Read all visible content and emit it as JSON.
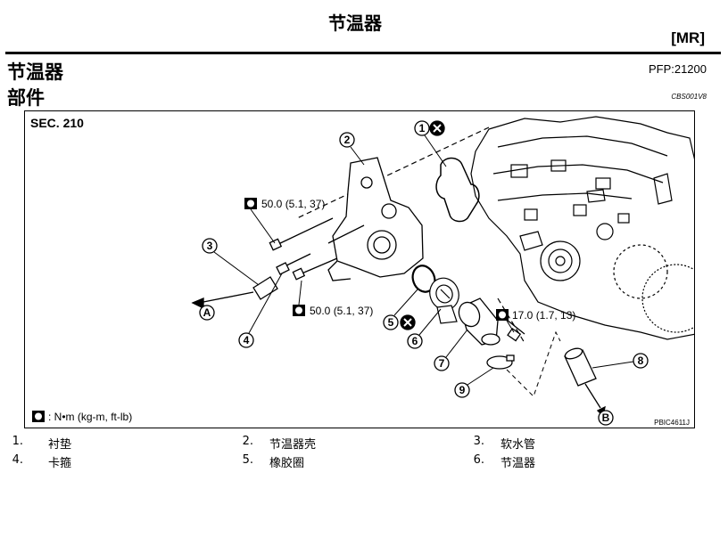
{
  "header": {
    "page_title": "节温器",
    "model_tag": "[MR]"
  },
  "section": {
    "title": "节温器",
    "pfp": "PFP:21200",
    "subtitle": "部件",
    "doc_code": "CBS001V8"
  },
  "figure": {
    "sec_label": "SEC. 210",
    "callouts": [
      "1",
      "2",
      "3",
      "4",
      "5",
      "6",
      "7",
      "8",
      "9"
    ],
    "views": [
      "A",
      "B"
    ],
    "torques": [
      "50.0 (5.1, 37)",
      "50.0 (5.1, 37)",
      "17.0 (1.7, 13)"
    ],
    "unit_note": ": N•m (kg-m, ft-lb)",
    "fig_code": "PBIC4611J"
  },
  "legend": [
    {
      "num": "1.",
      "name": "衬垫"
    },
    {
      "num": "2.",
      "name": "节温器壳"
    },
    {
      "num": "3.",
      "name": "软水管"
    },
    {
      "num": "4.",
      "name": "卡箍"
    },
    {
      "num": "5.",
      "name": "橡胶圈"
    },
    {
      "num": "6.",
      "name": "节温器"
    }
  ]
}
